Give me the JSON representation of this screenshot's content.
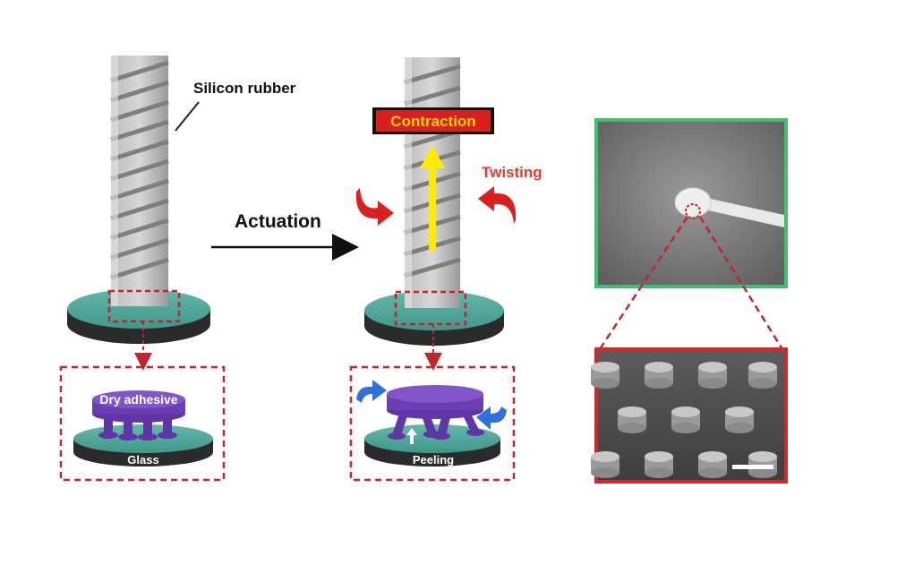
{
  "labels": {
    "silicon_rubber": "Silicon rubber",
    "actuation": "Actuation",
    "contraction": "Contraction",
    "twisting": "Twisting",
    "dry_adhesive": "Dry adhesive",
    "glass": "Glass",
    "peeling": "Peeling"
  },
  "colors": {
    "rubber_light": "#c9c9c9",
    "rubber_dark": "#8e8e8e",
    "glass_top": "#4fa89a",
    "glass_side": "#2b2b2b",
    "adhesive": "#6b3fb3",
    "dashed_box": "#c0272d",
    "contraction_fill": "#d91f1f",
    "contraction_text": "#ffd400",
    "twist_arrow": "#d9201f",
    "twisting_text": "#e53a2a",
    "contraction_arrow": "#ffeb00",
    "peel_arrow": "#2f6fe0",
    "photo_frame": "#3fbf6f",
    "sem_frame": "#d0282c"
  }
}
